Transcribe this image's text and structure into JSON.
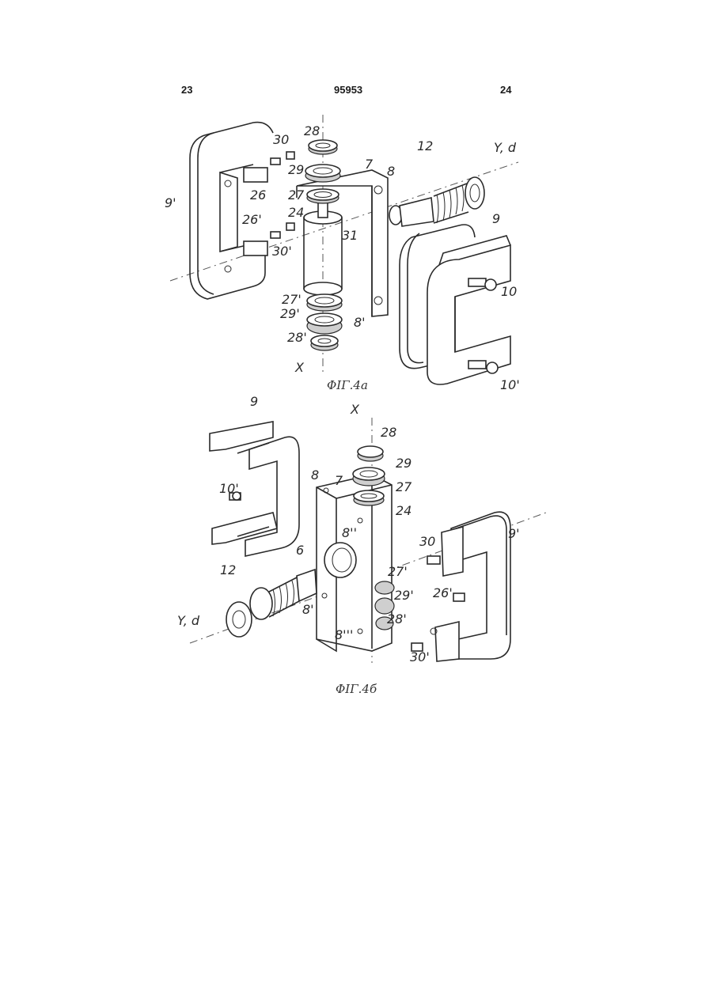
{
  "header": {
    "left_page": "23",
    "center_number": "95953",
    "right_page": "24"
  },
  "figure_a": {
    "caption": "ΦΙΓ.4a",
    "labels": {
      "l28": "28",
      "l30": "30",
      "l12": "12",
      "lyd": "Y, d",
      "l7": "7",
      "l8": "8",
      "l29": "29",
      "l26": "26",
      "l9p": "9'",
      "l27": "27",
      "l24": "24",
      "l9": "9",
      "l26p": "26'",
      "l31": "31",
      "l30p": "30'",
      "l10": "10",
      "l27p": "27'",
      "l29p": "29'",
      "l8p": "8'",
      "l28p": "28'",
      "l10p": "10'",
      "lx": "X"
    }
  },
  "figure_b": {
    "caption": "ΦΙΓ.4б",
    "labels": {
      "l9": "9",
      "lx": "X",
      "l28": "28",
      "l29": "29",
      "l8": "8",
      "l7": "7",
      "l27": "27",
      "l10p": "10'",
      "l24": "24",
      "l8pp": "8''",
      "l9p": "9'",
      "l30": "30",
      "l6": "6",
      "l12": "12",
      "l27p": "27'",
      "l26p": "26'",
      "l29p": "29'",
      "lyd": "Y, d",
      "l8p": "8'",
      "l28p": "28'",
      "l8ppp": "8'''",
      "l30p": "30'"
    }
  }
}
